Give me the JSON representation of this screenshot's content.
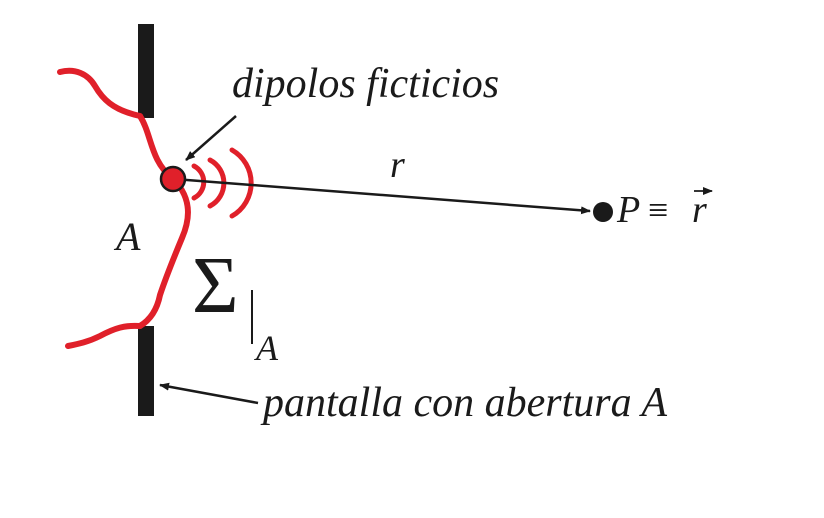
{
  "labels": {
    "dipoles": "dipolos ficticios",
    "screen": "pantalla con abertura A",
    "aperture": "A",
    "distance": "r",
    "point": "P",
    "equiv": "≡",
    "position_vector": "r",
    "sigma": "Σ",
    "sigma_sub": "A"
  },
  "colors": {
    "wavefront": "#e0202a",
    "screen": "#1a1a1a",
    "dipole_fill": "#e0202a",
    "ink": "#1a1a1a"
  }
}
